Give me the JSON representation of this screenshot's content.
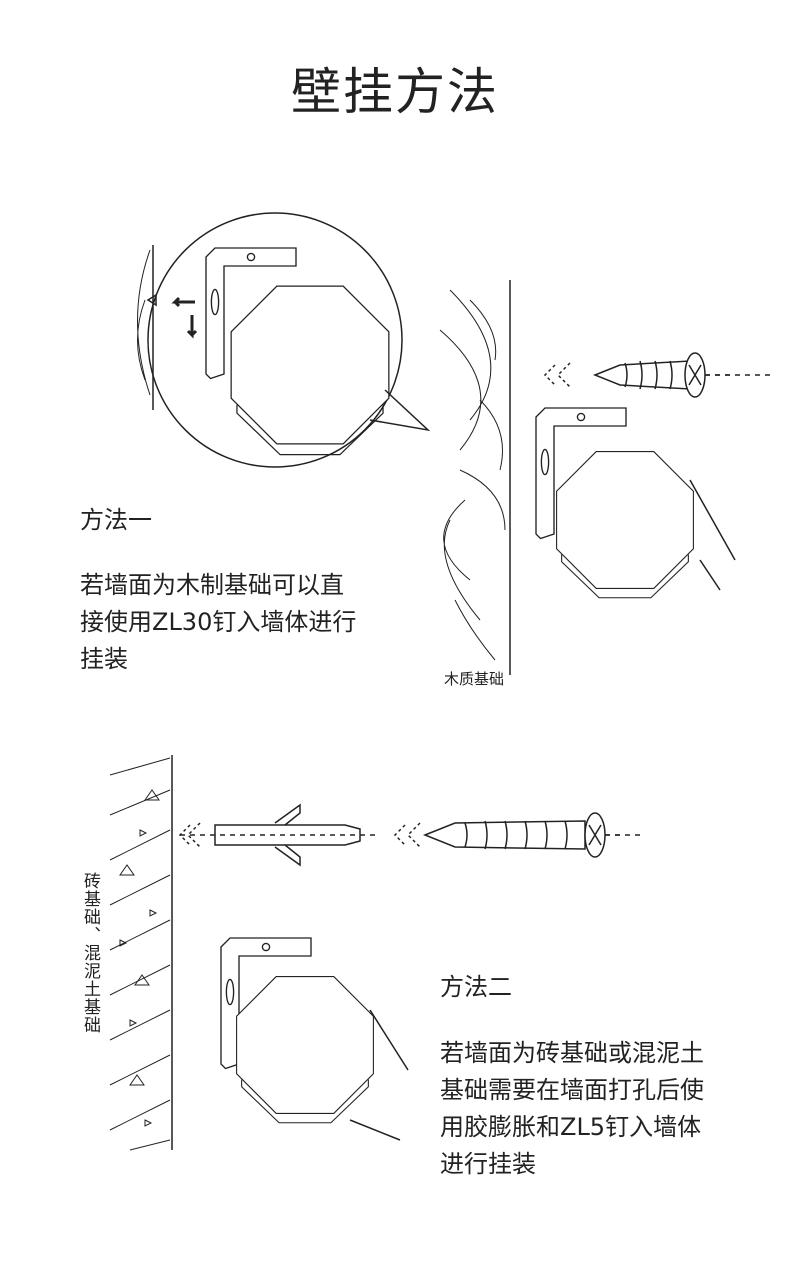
{
  "title": "壁挂方法",
  "method1": {
    "label": "方法一",
    "lines": [
      "若墙面为木制基础可以直",
      "接使用ZL30钉入墙体进行",
      "挂装"
    ],
    "wall_caption": "木质基础"
  },
  "method2": {
    "label": "方法二",
    "lines": [
      "若墙面为砖基础或混泥土",
      "基础需要在墙面打孔后使",
      "用胶膨胀和ZL5钉入墙体",
      "进行挂装"
    ],
    "wall_caption": "砖基础、混泥土基础"
  }
}
